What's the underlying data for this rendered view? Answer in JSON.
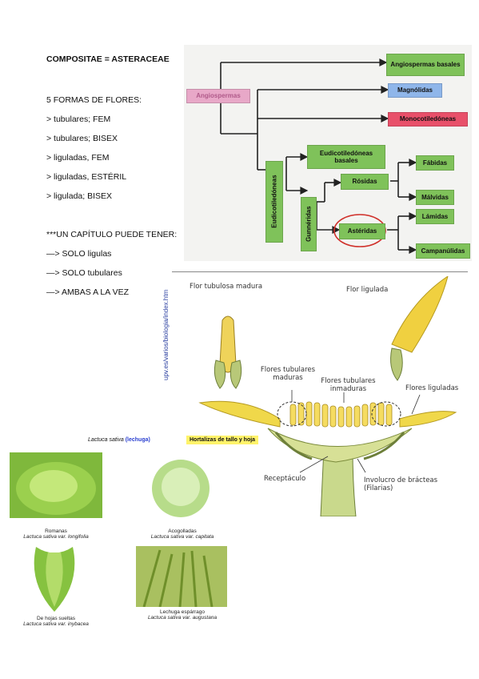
{
  "doc": {
    "title": "COMPOSITAE = ASTERACEAE",
    "lines": [
      "5 FORMAS DE FLORES:",
      "> tubulares; FEM",
      "> tubulares; BISEX",
      "> liguladas, FEM",
      "> liguladas, ESTÉRIL",
      "> ligulada; BISEX",
      "***UN CAPÍTULO PUEDE TENER:",
      "—> SOLO ligulas",
      "—>  SOLO tubulares",
      "—> AMBAS A LA VEZ"
    ]
  },
  "phylogeny": {
    "root": "Angiospermas",
    "basales": "Angiospermas basales",
    "magnolidas": "Magnólidas",
    "monocot": "Monocotiledóneas",
    "eudicot": "Eudicotiledóneas",
    "eudicot_basales": "Eudicotiledóneas basales",
    "gunneridas": "Gunnéridas",
    "rosidas": "Rósidas",
    "asteridas": "Astéridas",
    "fabidas": "Fábidas",
    "malvidas": "Málvidas",
    "lamidas": "Lámidas",
    "campanulidas": "Campanúlidas",
    "colors": {
      "green": "#7fc25a",
      "root": "#e8a8c8",
      "magnolidas": "#8fb6ea",
      "monocot": "#e8506a",
      "highlight": "#d0302a"
    }
  },
  "flower": {
    "tubular": "Flor tubulosa madura",
    "ligulada": "Flor ligulada",
    "tub_maduras": "Flores tubulares maduras",
    "tub_inmaduras": "Flores tubulares inmaduras",
    "lig": "Flores liguladas",
    "receptaculo": "Receptáculo",
    "involucro": "Involucro de brácteas (Filarias)",
    "url": "upv.es/varios/biologia/index.htm"
  },
  "lettuce": {
    "species": "Lactuca sativa",
    "common": "(lechuga)",
    "tag": "Hortalizas de tallo y hoja",
    "items": [
      {
        "name": "Romanas",
        "sci": "Lactuca sativa var. longifolia"
      },
      {
        "name": "Acogolladas",
        "sci": "Lactuca sativa var. capitata"
      },
      {
        "name": "De hojas sueltas",
        "sci": "Lactuca sativa var. inybacea"
      },
      {
        "name": "Lechuga espárrago",
        "sci": "Lactuca sativa var. augustana"
      }
    ]
  }
}
